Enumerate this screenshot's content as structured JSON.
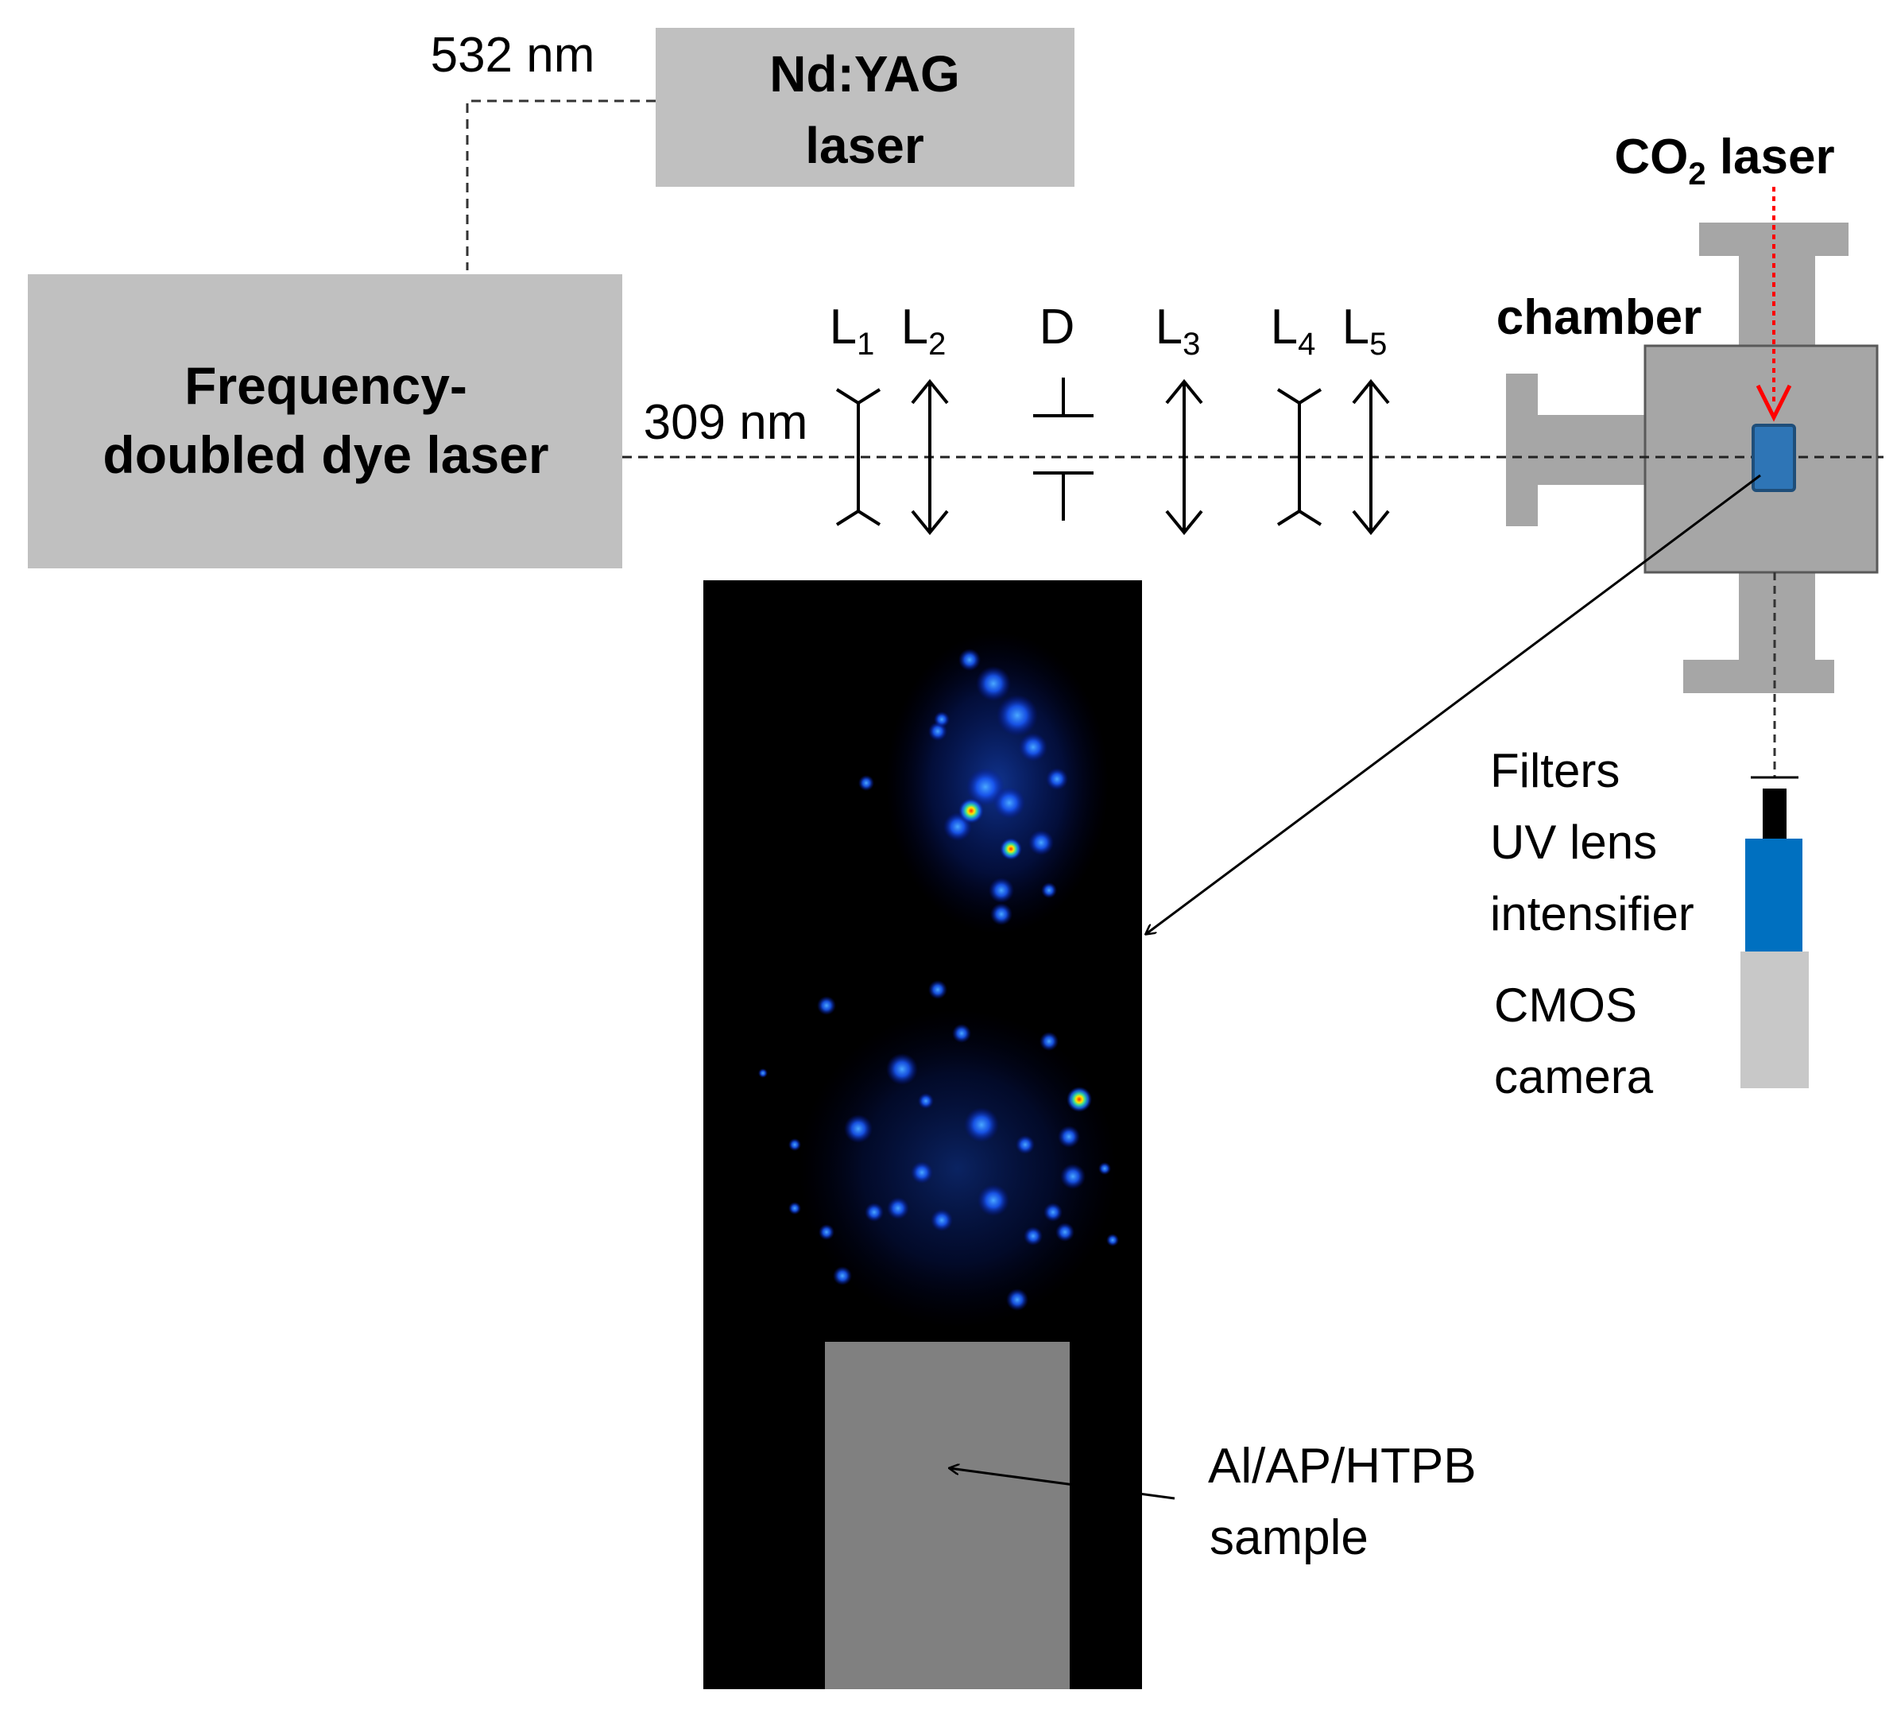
{
  "nd_yag": {
    "line1": "Nd:YAG",
    "line2": "laser"
  },
  "dye_laser": {
    "line1": "Frequency-",
    "line2": "doubled dye laser"
  },
  "wavelength_532": "532 nm",
  "wavelength_309": "309 nm",
  "optics": [
    {
      "letter": "L",
      "sub": "1",
      "kind": "concave"
    },
    {
      "letter": "L",
      "sub": "2",
      "kind": "convex"
    },
    {
      "letter": "D",
      "sub": "",
      "kind": "aperture"
    },
    {
      "letter": "L",
      "sub": "3",
      "kind": "convex"
    },
    {
      "letter": "L",
      "sub": "4",
      "kind": "concave"
    },
    {
      "letter": "L",
      "sub": "5",
      "kind": "convex"
    }
  ],
  "co2_laser": {
    "prefix": "CO",
    "sub": "2",
    "suffix": " laser"
  },
  "chamber_label": "chamber",
  "camera_stack": {
    "filters": "Filters",
    "uv_lens": "UV lens",
    "intensifier": "intensifier",
    "cmos_line1": "CMOS",
    "cmos_line2": "camera"
  },
  "sample": {
    "line1": "Al/AP/HTPB",
    "line2": "sample"
  },
  "colors": {
    "box_gray": "#c0c0c0",
    "chamber_gray": "#a6a6a6",
    "flange_gray": "#a6a6a6",
    "window_blue": "#2e75b6",
    "intensifier_blue": "#0070c0",
    "cmos_gray": "#c8c8c8",
    "co2_arrow": "#ff0000",
    "sample_gray": "#808080",
    "image_bg": "#000000"
  }
}
